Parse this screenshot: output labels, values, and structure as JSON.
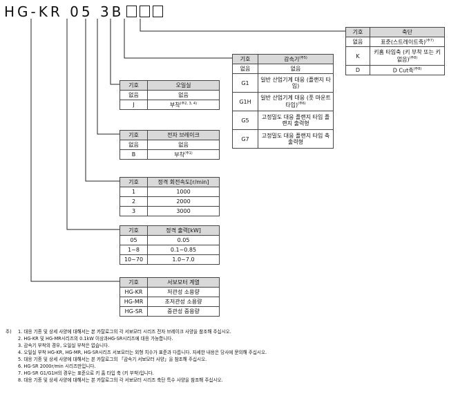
{
  "model": {
    "parts": [
      "HG-KR",
      "05",
      "3",
      "B"
    ],
    "blank_boxes": 3
  },
  "tables": {
    "shaft": {
      "headers": [
        "기호",
        "축단"
      ],
      "rows": [
        {
          "code": "없음",
          "desc": "표준(스트레이트축)",
          "note": "(주7)"
        },
        {
          "code": "K",
          "desc": "키홈 타입축 (키 부착 또는 키 없음)",
          "note": "(주8)"
        },
        {
          "code": "D",
          "desc": "D Cut축",
          "note": "(주8)"
        }
      ]
    },
    "reducer": {
      "headers": [
        "기호",
        "감속기"
      ],
      "header_note": "(주5)",
      "rows": [
        {
          "code": "없음",
          "desc": "없음",
          "note": ""
        },
        {
          "code": "G1",
          "desc": "일반 산업기계 대응 (플랜지 타입)",
          "note": ""
        },
        {
          "code": "G1H",
          "desc": "일반 산업기계 대응 (풋 마운트 타입)",
          "note": "(주6)"
        },
        {
          "code": "G5",
          "desc": "고정밀도 대응 플랜지 타입 플랜지 출력형",
          "note": ""
        },
        {
          "code": "G7",
          "desc": "고정밀도 대응 플랜지 타입 축 출력형",
          "note": ""
        }
      ]
    },
    "oil_seal": {
      "headers": [
        "기호",
        "오일실"
      ],
      "rows": [
        {
          "code": "없음",
          "desc": "없음",
          "note": ""
        },
        {
          "code": "J",
          "desc": "부착",
          "note": "(주2, 3, 4)"
        }
      ]
    },
    "brake": {
      "headers": [
        "기호",
        "전자 브레이크"
      ],
      "rows": [
        {
          "code": "없음",
          "desc": "없음",
          "note": ""
        },
        {
          "code": "B",
          "desc": "부착",
          "note": "(주1)"
        }
      ]
    },
    "speed": {
      "headers": [
        "기호",
        "정격 회전속도[r/min]"
      ],
      "rows": [
        {
          "code": "1",
          "desc": "1000"
        },
        {
          "code": "2",
          "desc": "2000"
        },
        {
          "code": "3",
          "desc": "3000"
        }
      ]
    },
    "output": {
      "headers": [
        "기호",
        "정격 출력[kW]"
      ],
      "rows": [
        {
          "code": "05",
          "desc": "0.05"
        },
        {
          "code": "1~8",
          "desc": "0.1~0.85"
        },
        {
          "code": "10~70",
          "desc": "1.0~7.0"
        }
      ]
    },
    "series": {
      "headers": [
        "기호",
        "서보모터 계열"
      ],
      "rows": [
        {
          "code": "HG-KR",
          "desc": "저관성 소용량"
        },
        {
          "code": "HG-MR",
          "desc": "초저관성 소용량"
        },
        {
          "code": "HG-SR",
          "desc": "중관성 중용량"
        }
      ]
    }
  },
  "notes": {
    "label": "주)",
    "items": [
      "1. 대응 기종 및 상세 사양에 대해서는 본 카탈로그의 각 서보모터 시리즈 전자 브레이크 사양을 참조해 주십시오.",
      "2. HG-KR 및 HG-MR시리즈의 0.1kW 이상과HG-SR시리즈에 대응 가능합니다.",
      "3. 감속기 부착의 경우, 오일실 부착은 없습니다.",
      "4. 오일실 부착 HG-KR, HG-MR, HG-SR시리즈 서보모터는 외형 치수가 표준과 다릅니다. 자세한 내용은 당사에 문의해 주십시오.",
      "5. 대응 기종 및 상세 사양에 대해서는 본 카탈로그의 「감속기 서보모터 사양」을 참조해 주십시오.",
      "6. HG-SR 2000r/min 시리즈만입니다.",
      "7. HG-SR G1/G1H의 경우는 표준으로 키 홈 타입 축 (키 부착)입니다.",
      "8. 대응 기종 및 상세 사양에 대해서는 본 카탈로그의 각 서보모터 시리즈 축단 특수 사양을 참조해 주십시오."
    ]
  }
}
